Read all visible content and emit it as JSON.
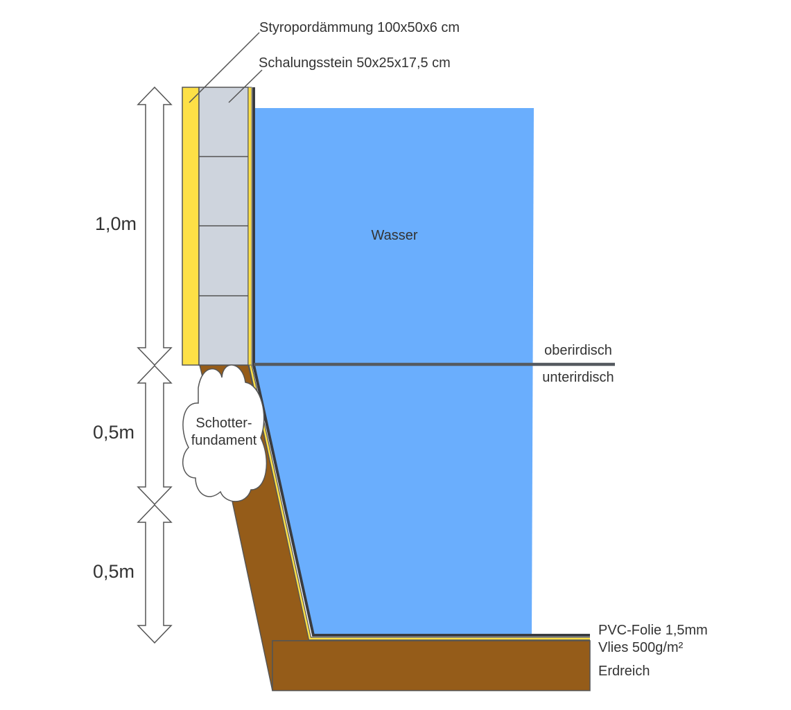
{
  "labels": {
    "styropor": "Styropordämmung 100x50x6 cm",
    "schalungsstein": "Schalungsstein 50x25x17,5 cm",
    "wasser": "Wasser",
    "oberirdisch": "oberirdisch",
    "unterirdisch": "unterirdisch",
    "schotter_line1": "Schotter-",
    "schotter_line2": "fundament",
    "pvc": "PVC-Folie 1,5mm",
    "vlies": "Vlies 500g/m²",
    "erdreich": "Erdreich"
  },
  "dimensions": {
    "top": "1,0m",
    "middle": "0,5m",
    "bottom": "0,5m"
  },
  "colors": {
    "water": "#6aaefd",
    "earth": "#955c19",
    "insulation": "#fde046",
    "block": "#ced4dd",
    "liner": "#3a3c40",
    "outline": "#555555",
    "text": "#333333"
  }
}
